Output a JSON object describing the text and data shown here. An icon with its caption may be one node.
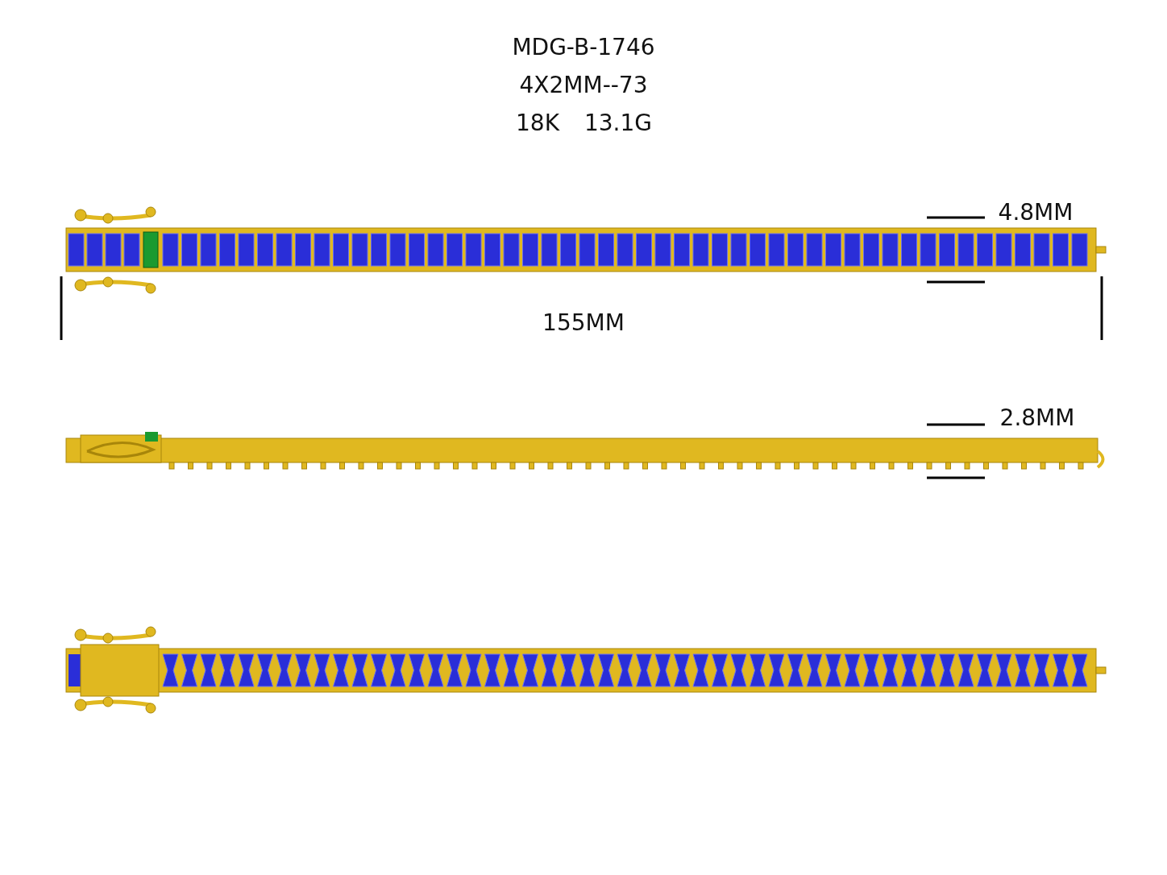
{
  "diagram": {
    "labels": [
      "MDG-B-1746",
      "4X2MM--73",
      "18K",
      "13.1G",
      "4.8MM",
      "155MM",
      "2.8MM"
    ]
  }
}
